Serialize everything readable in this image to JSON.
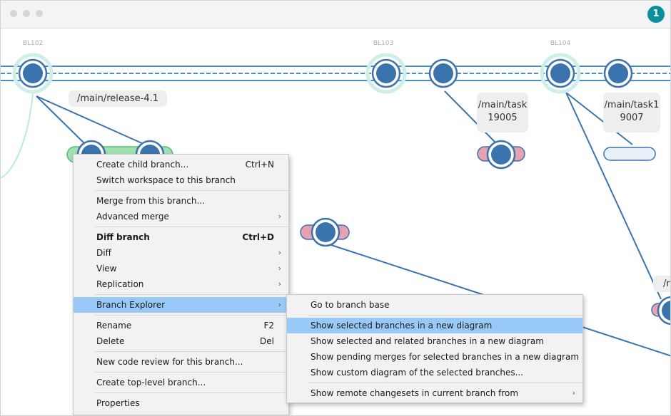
{
  "window": {
    "step_badge": "1"
  },
  "changesets": {
    "bl102": "BL102",
    "bl103": "BL103",
    "bl104": "BL104"
  },
  "branch_tags": {
    "release": "/main/release-4.1",
    "task19005_line1": "/main/task",
    "task19005_line2": "19005",
    "task9007_line1": "/main/task1",
    "task9007_line2": "9007",
    "partial": "/r"
  },
  "colors": {
    "node_fill": "#3b73ad",
    "main_line": "#4a90c0",
    "baseline_ring": "#cdeee9",
    "release_branch": "#9fe0b0",
    "task_branch": "#e7a2b2",
    "highlight": "#99c9f6",
    "badge": "#0a8f9e"
  },
  "context_menu": {
    "items": [
      {
        "label": "Create child branch...",
        "shortcut": "Ctrl+N"
      },
      {
        "label": "Switch workspace to this branch"
      },
      {
        "separator": true
      },
      {
        "label": "Merge from this branch..."
      },
      {
        "label": "Advanced merge",
        "submenu": true
      },
      {
        "separator": true
      },
      {
        "label": "Diff branch",
        "shortcut": "Ctrl+D",
        "bold": true
      },
      {
        "label": "Diff",
        "submenu": true
      },
      {
        "label": "View",
        "submenu": true
      },
      {
        "label": "Replication",
        "submenu": true
      },
      {
        "separator": true
      },
      {
        "label": "Branch Explorer",
        "submenu": true,
        "highlighted": true
      },
      {
        "separator": true
      },
      {
        "label": "Rename",
        "shortcut": "F2"
      },
      {
        "label": "Delete",
        "shortcut": "Del"
      },
      {
        "separator": true
      },
      {
        "label": "New code review for this branch..."
      },
      {
        "separator": true
      },
      {
        "label": "Create top-level branch..."
      },
      {
        "separator": true
      },
      {
        "label": "Properties"
      }
    ]
  },
  "submenu": {
    "items": [
      {
        "label": "Go to branch base"
      },
      {
        "separator": true
      },
      {
        "label": "Show selected branches in a new diagram",
        "highlighted": true
      },
      {
        "label": "Show selected and related branches in a new diagram"
      },
      {
        "label": "Show pending merges for selected branches in a new diagram"
      },
      {
        "label": "Show custom diagram of the selected branches..."
      },
      {
        "separator": true
      },
      {
        "label": "Show remote changesets in current branch from",
        "submenu": true
      }
    ]
  }
}
